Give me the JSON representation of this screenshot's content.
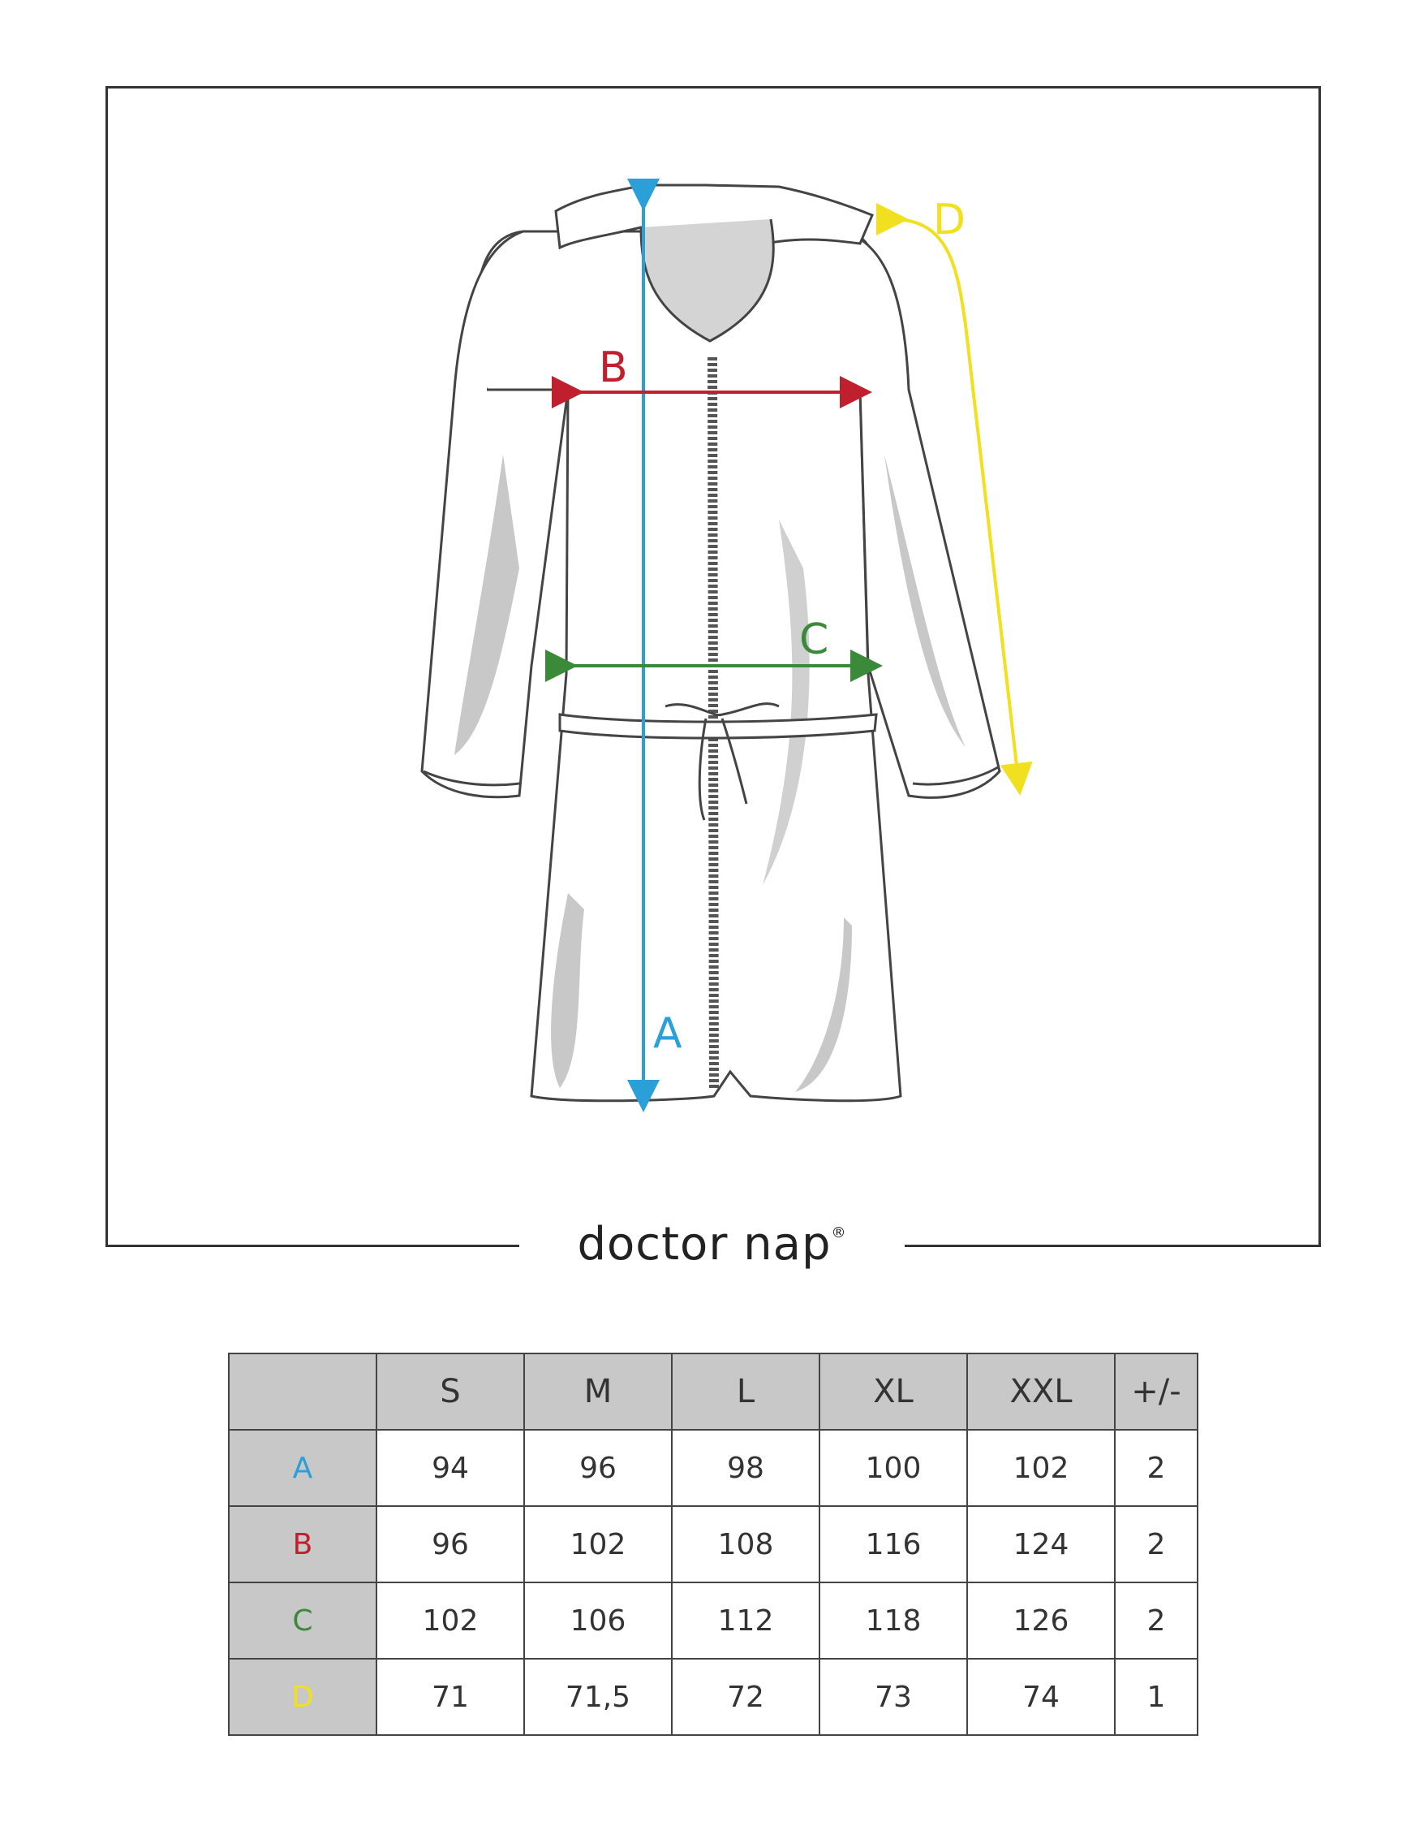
{
  "brand": {
    "name": "doctor nap",
    "mark": "®"
  },
  "colors": {
    "A": "#2a9fd8",
    "B": "#c0202e",
    "C": "#3a8a3a",
    "D": "#f0e020"
  },
  "diagram": {
    "labels": {
      "A": "A",
      "B": "B",
      "C": "C",
      "D": "D"
    }
  },
  "size_table": {
    "headers": [
      "",
      "S",
      "M",
      "L",
      "XL",
      "XXL",
      "+/-"
    ],
    "rows": [
      {
        "label": "A",
        "values": [
          "94",
          "96",
          "98",
          "100",
          "102"
        ],
        "tolerance": "2"
      },
      {
        "label": "B",
        "values": [
          "96",
          "102",
          "108",
          "116",
          "124"
        ],
        "tolerance": "2"
      },
      {
        "label": "C",
        "values": [
          "102",
          "106",
          "112",
          "118",
          "126"
        ],
        "tolerance": "2"
      },
      {
        "label": "D",
        "values": [
          "71",
          "71,5",
          "72",
          "73",
          "74"
        ],
        "tolerance": "1"
      }
    ]
  }
}
